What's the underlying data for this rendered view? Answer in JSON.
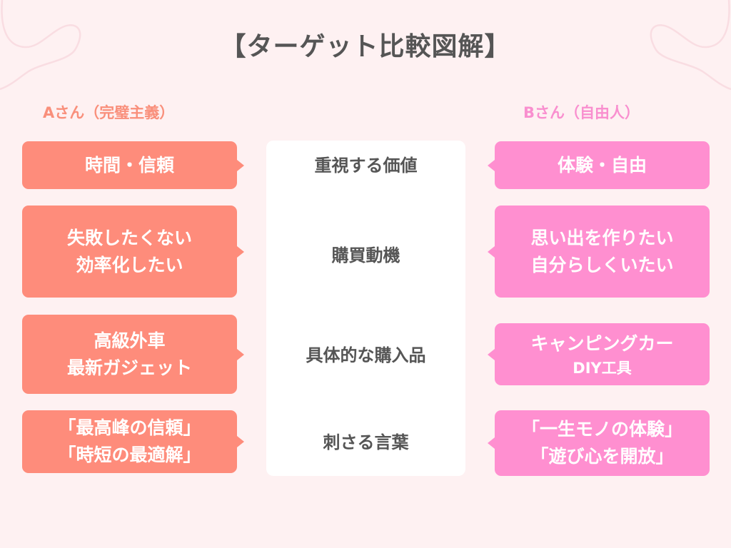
{
  "title": "【ターゲット比較図解】",
  "personas": {
    "a": {
      "label": "Aさん（完璧主義）",
      "color": "#fe8c7b"
    },
    "b": {
      "label": "Bさん（自由人）",
      "color": "#ff8fd0"
    }
  },
  "rows": [
    {
      "category": "重視する価値",
      "a": [
        "時間・信頼"
      ],
      "b": [
        "体験・自由"
      ]
    },
    {
      "category": "購買動機",
      "a": [
        "失敗したくない",
        "効率化したい"
      ],
      "b": [
        "思い出を作りたい",
        "自分らしくいたい"
      ]
    },
    {
      "category": "具体的な購入品",
      "a": [
        "高級外車",
        "最新ガジェット"
      ],
      "b": [
        "キャンピングカー",
        "DIY工具"
      ]
    },
    {
      "category": "刺さる言葉",
      "a": [
        "「最高峰の信頼」",
        "「時短の最適解」"
      ],
      "b": [
        "「一生モノの体験」",
        "「遊び心を開放」"
      ]
    }
  ],
  "colors": {
    "background": "#fef1f2",
    "panel": "#ffffff",
    "text_dark": "#555555",
    "decor_line": "#f9dde2"
  }
}
